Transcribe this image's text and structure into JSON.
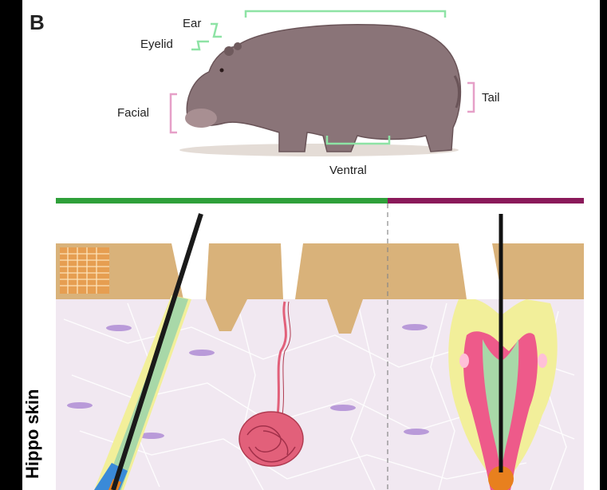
{
  "panel_letter": "B",
  "labels": {
    "ear": "Ear",
    "eyelid": "Eyelid",
    "facial": "Facial",
    "tail": "Tail",
    "ventral": "Ventral"
  },
  "side_label": "Hippo skin",
  "colors": {
    "background": "#000000",
    "panel": "#ffffff",
    "green_bracket": "#8ee3a5",
    "pink_bracket": "#e6a0c8",
    "green_bar": "#2fa03a",
    "magenta_bar": "#8a1a5a",
    "epidermis": "#d9b27a",
    "dermis": "#f1e8f1",
    "gland": "#e2607a",
    "follicle_pink": "#ee5a8a",
    "follicle_yellow": "#f2ef9a",
    "follicle_green": "#a8d8a8",
    "hair_bulb": "#e8801e",
    "blue_sheath": "#3a8ad8"
  }
}
